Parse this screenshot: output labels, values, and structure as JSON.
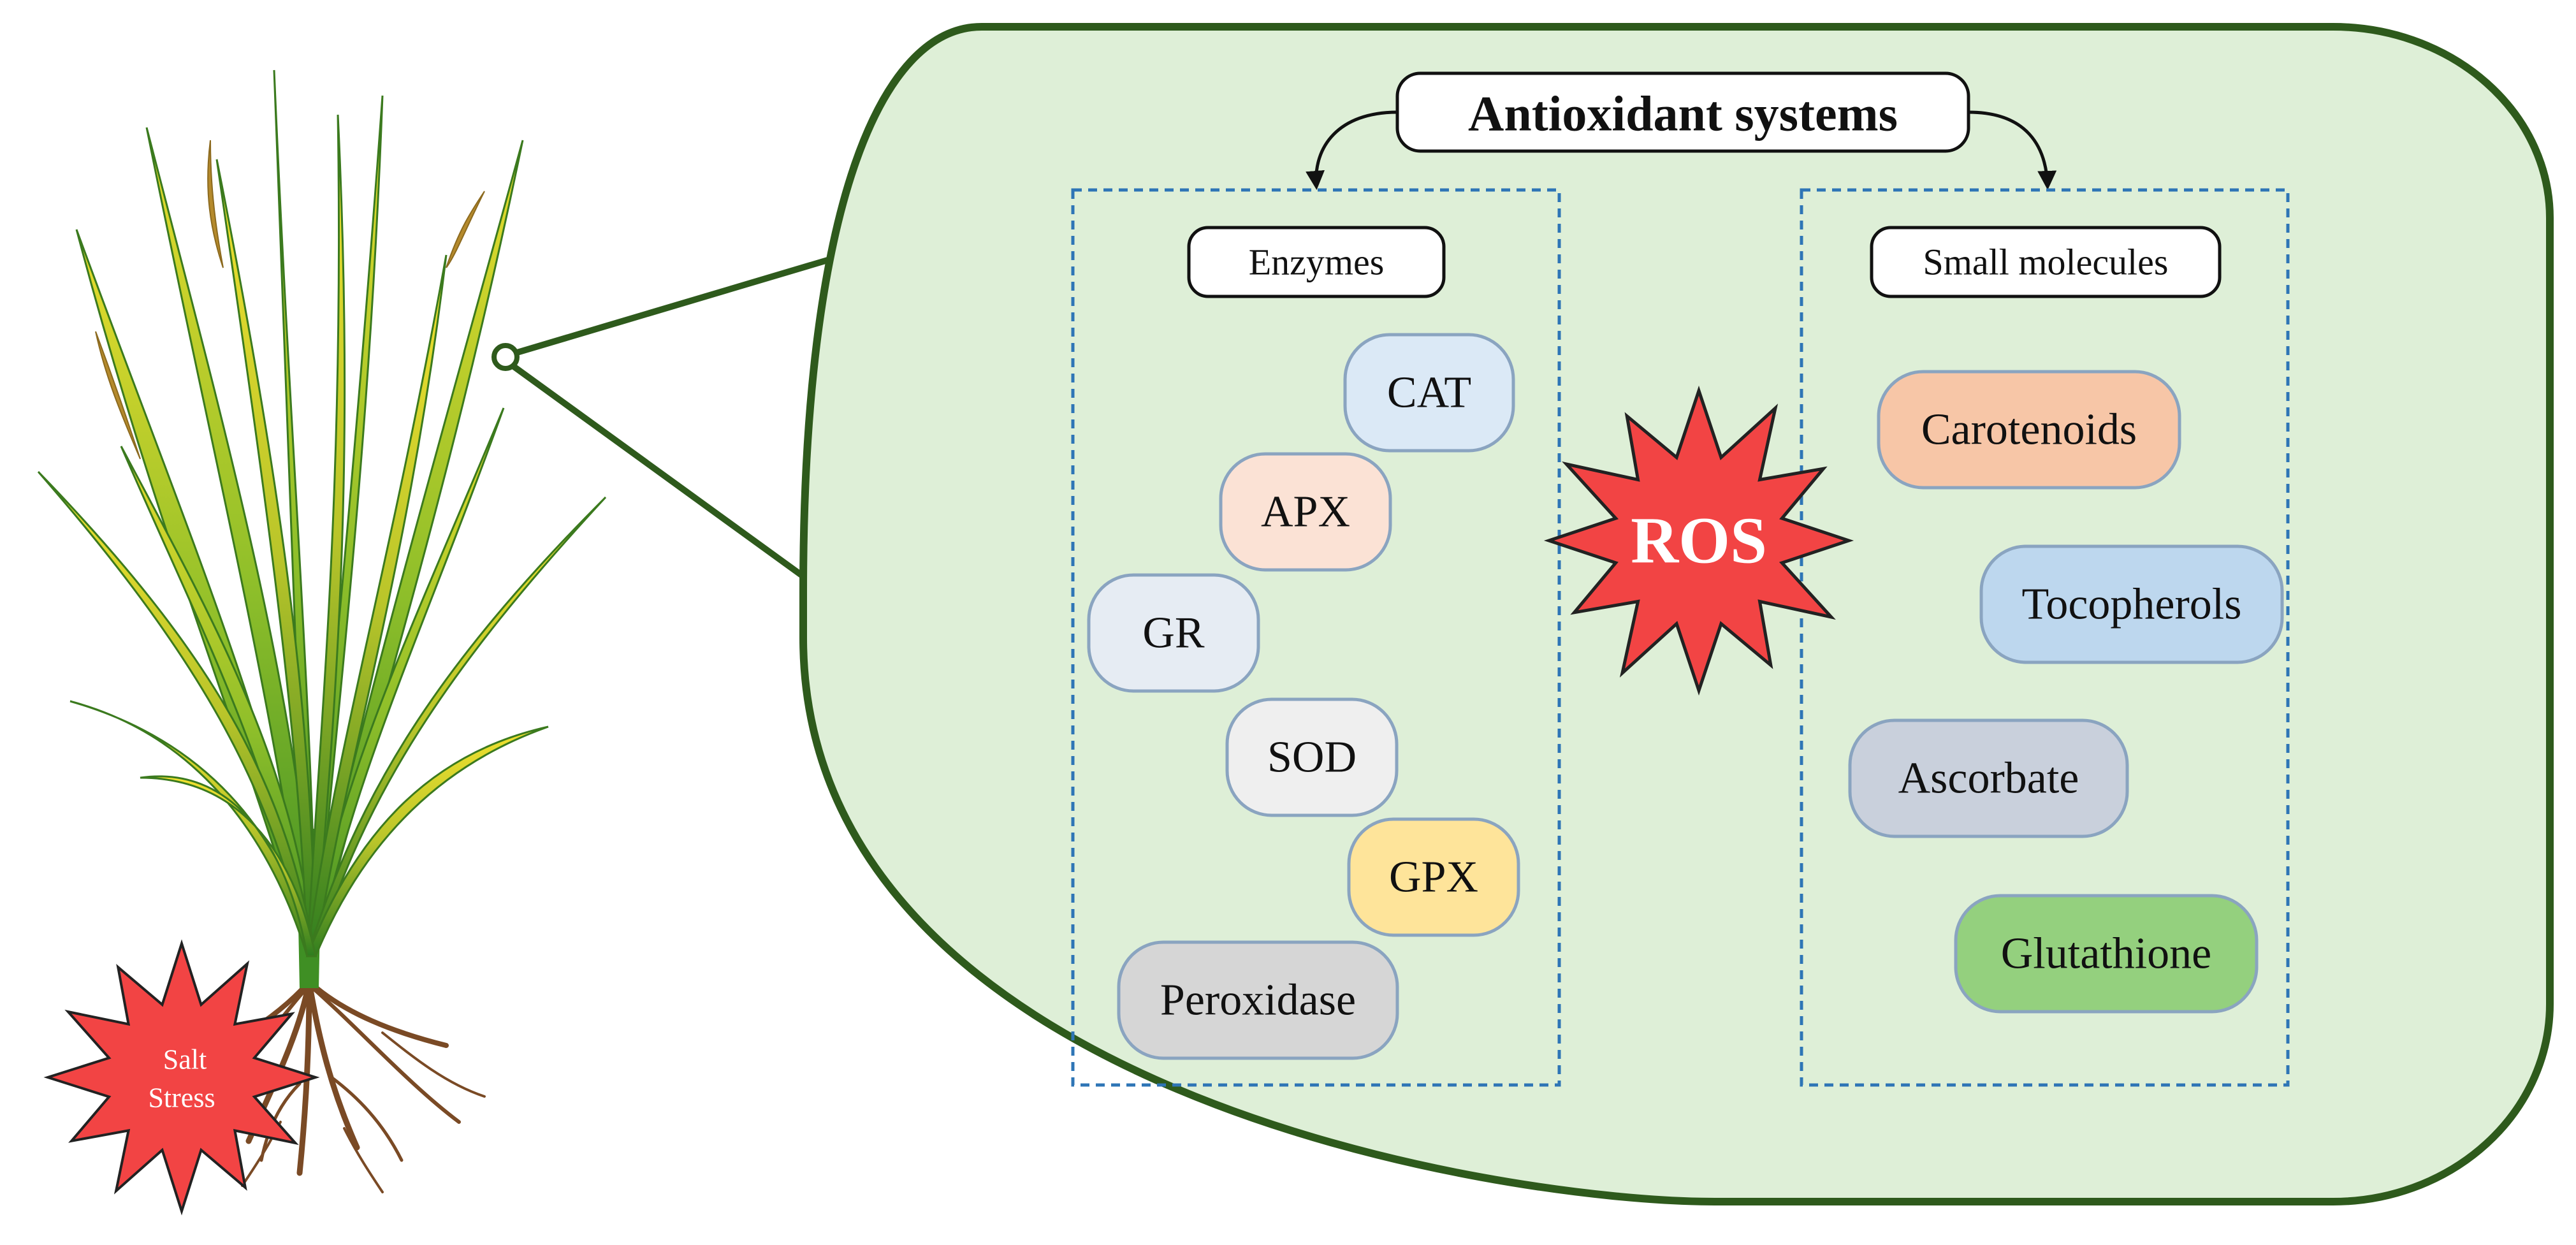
{
  "title": "Antioxidant systems",
  "stress_label_line1": "Salt",
  "stress_label_line2": "Stress",
  "ros_label": "ROS",
  "groups": {
    "enzymes": {
      "label": "Enzymes",
      "items": [
        {
          "label": "CAT",
          "color": "#dbe9f6"
        },
        {
          "label": "APX",
          "color": "#fbe2d5"
        },
        {
          "label": "GR",
          "color": "#e6ecf3"
        },
        {
          "label": "SOD",
          "color": "#efefef"
        },
        {
          "label": "GPX",
          "color": "#fee49a"
        },
        {
          "label": "Peroxidase",
          "color": "#d6d6d6"
        }
      ]
    },
    "small_molecules": {
      "label": "Small molecules",
      "items": [
        {
          "label": "Carotenoids",
          "color": "#f7c6a7"
        },
        {
          "label": "Tocopherols",
          "color": "#bdd7ee"
        },
        {
          "label": "Ascorbate",
          "color": "#c9d0dc"
        },
        {
          "label": "Glutathione",
          "color": "#94d07e"
        }
      ]
    }
  },
  "colors": {
    "cell_fill": "#deefd7",
    "cell_border": "#2e5a1c",
    "dashed_box": "#2e75b6",
    "star_fill": "#f24444",
    "star_stroke": "#222222",
    "ros_text": "#ffffff",
    "pill_border": "#8aa4c0"
  },
  "icons": [
    "rice-plant-illustration",
    "root-icon",
    "starburst-icon",
    "curved-arrow-icon"
  ]
}
